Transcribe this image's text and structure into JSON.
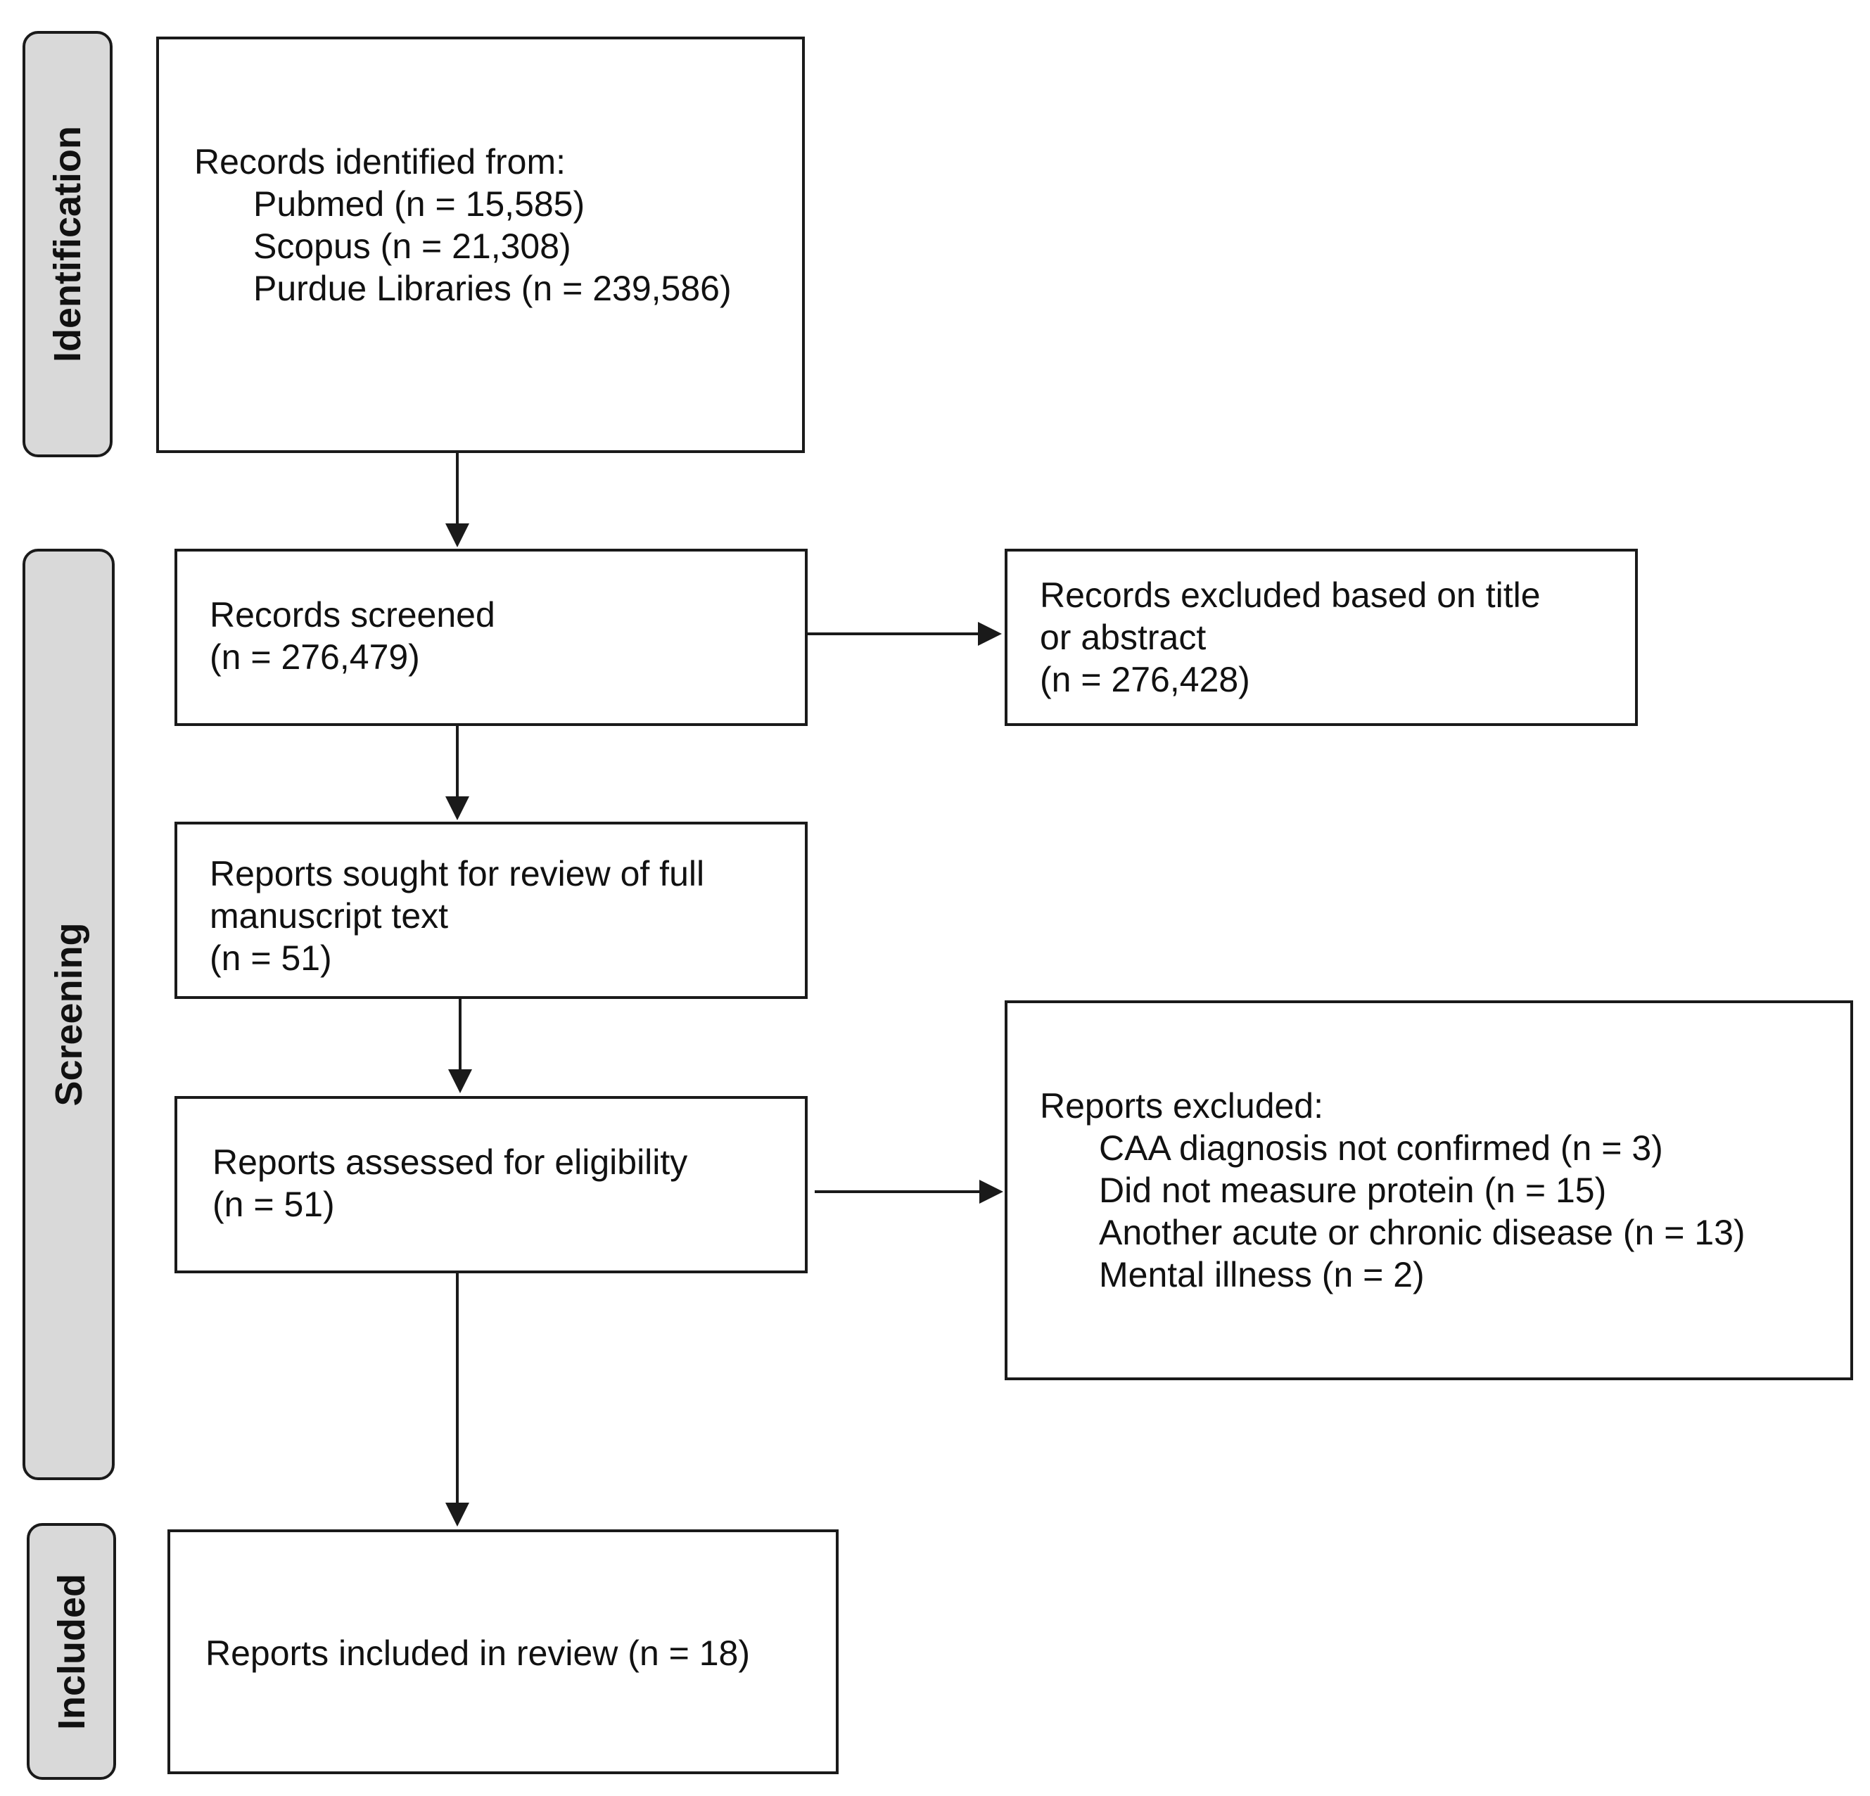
{
  "phases": {
    "identification": "Identification",
    "screening": "Screening",
    "included": "Included"
  },
  "identified": {
    "heading": "Records identified from:",
    "sources": [
      "Pubmed (n = 15,585)",
      "Scopus (n = 21,308)",
      "Purdue Libraries (n = 239,586)"
    ]
  },
  "screened": {
    "label": "Records screened",
    "count": "(n = 276,479)"
  },
  "excluded_title": {
    "line1": "Records excluded based on title",
    "line2": "or abstract",
    "count": "(n = 276,428)"
  },
  "sought": {
    "line1": "Reports sought for review of full",
    "line2": "manuscript text",
    "count": "(n = 51)"
  },
  "assessed": {
    "label": "Reports assessed for eligibility",
    "count": "(n = 51)"
  },
  "reports_excluded": {
    "heading": "Reports excluded:",
    "reasons": [
      "CAA diagnosis not confirmed (n = 3)",
      "Did not measure protein (n = 15)",
      "Another acute or chronic disease (n = 13)",
      "Mental illness (n = 2)"
    ]
  },
  "included_box": {
    "label": "Reports included in review (n = 18)"
  },
  "colors": {
    "phase_fill": "#d9d9d9",
    "stroke": "#1a1a1a"
  }
}
